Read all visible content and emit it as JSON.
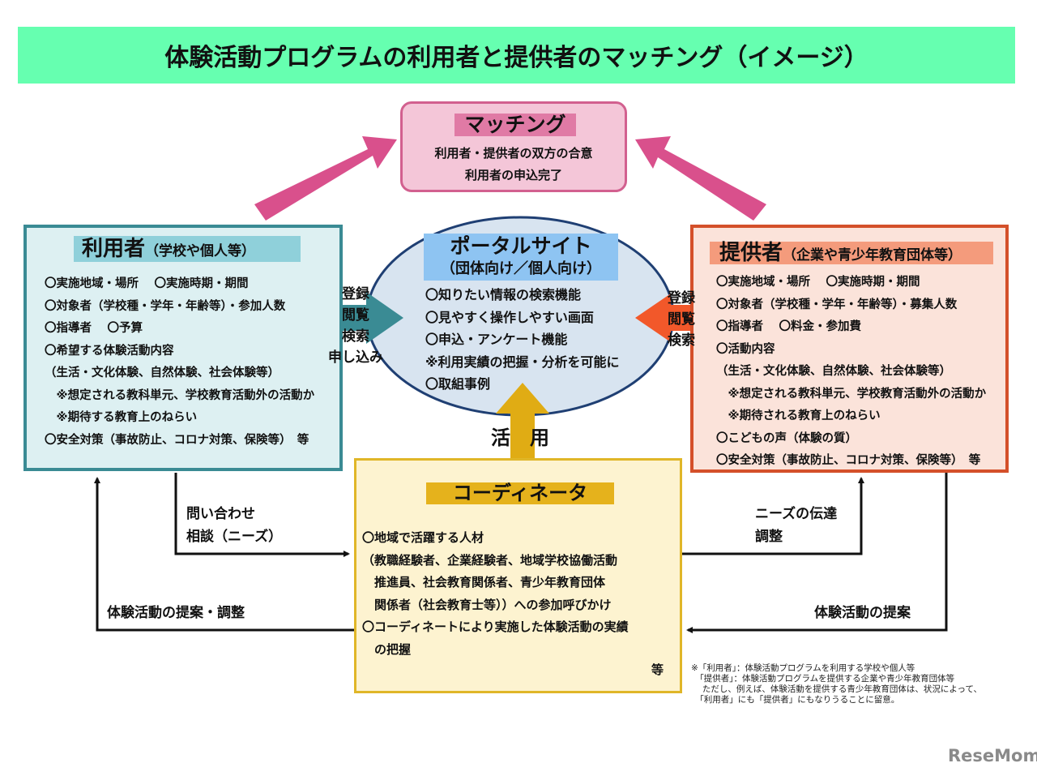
{
  "title": "体験活動プログラムの利用者と提供者のマッチング（イメージ）",
  "matching": {
    "heading": "マッチング",
    "lines": [
      "利用者・提供者の双方の合意",
      "利用者の申込完了"
    ]
  },
  "user": {
    "heading": "利用者",
    "heading_sub": "（学校や個人等）",
    "items": [
      "〇実施地域・場所　 〇実施時期・期間",
      "〇対象者（学校種・学年・年齢等）・参加人数",
      "〇指導者　 〇予算",
      "〇希望する体験活動内容",
      "（生活・文化体験、自然体験、社会体験等）",
      "　※想定される教科単元、学校教育活動外の活動か",
      "　※期待する教育上のねらい",
      "〇安全対策（事故防止、コロナ対策、保険等）　等"
    ]
  },
  "provider": {
    "heading": "提供者",
    "heading_sub": "（企業や青少年教育団体等）",
    "items": [
      "〇実施地域・場所　 〇実施時期・期間",
      "〇対象者（学校種・学年・年齢等）・募集人数",
      "〇指導者　 〇料金・参加費",
      "〇活動内容",
      "（生活・文化体験、自然体験、社会体験等）",
      "　※想定される教科単元、学校教育活動外の活動か",
      "　※期待される教育上のねらい",
      "〇こどもの声（体験の質）",
      "〇安全対策（事故防止、コロナ対策、保険等）　等"
    ]
  },
  "portal": {
    "heading": "ポータルサイト",
    "heading_sub": "（団体向け／個人向け）",
    "items": [
      "〇知りたい情報の検索機能",
      "〇見やすく操作しやすい画面",
      "〇申込・アンケート機能",
      "※利用実績の把握・分析を可能に",
      "〇取組事例"
    ]
  },
  "coordinator": {
    "heading": "コーディネータ",
    "items": [
      "〇地域で活躍する人材",
      "（教職経験者、企業経験者、地域学校協働活動",
      "　推進員、社会教育関係者、青少年教育団体",
      "　関係者（社会教育士等））への参加呼びかけ",
      "〇コーディネートにより実施した体験活動の実績",
      "　の把握"
    ],
    "etc": "等"
  },
  "arrows": {
    "user_to_portal": [
      "登録",
      "閲覧",
      "検索",
      "申し込み"
    ],
    "provider_to_portal": [
      "登録",
      "閲覧",
      "検索"
    ],
    "coordinator_to_portal": "活　用",
    "user_to_coordinator": [
      "問い合わせ",
      "相談（ニーズ）"
    ],
    "coordinator_to_user": "体験活動の提案・調整",
    "coordinator_to_provider": [
      "ニーズの伝達",
      "調整"
    ],
    "provider_to_coordinator": "体験活動の提案"
  },
  "colors": {
    "title_bg": "#66ffb0",
    "matching_arrow": "#d9508c",
    "user_arrow": "#3a8b94",
    "provider_arrow": "#f2582a",
    "coordinator_arrow": "#e0ac14",
    "portal_fill": "#d8e4f0",
    "portal_stroke": "#1f3f73"
  },
  "footnote": [
    "※「利用者」：体験活動プログラムを利用する学校や個人等",
    "　「提供者」：体験活動プログラムを提供する企業や青少年教育団体等",
    "　 ただし、例えば、体験活動を提供する青少年教育団体は、状況によって、",
    "　「利用者」にも「提供者」にもなりうることに留意。"
  ],
  "watermark": "ReseMom"
}
